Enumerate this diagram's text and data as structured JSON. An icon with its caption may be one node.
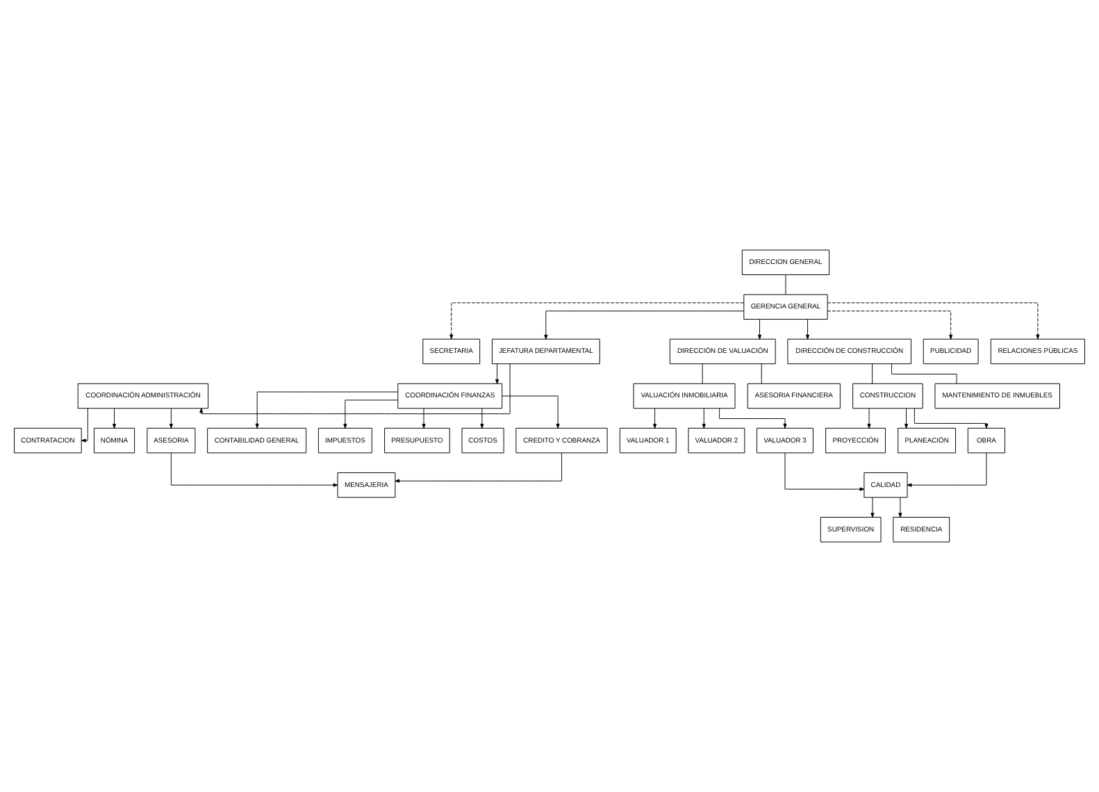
{
  "diagram": {
    "nodes": [
      {
        "text": [
          "DIRECCION GENERAL"
        ]
      },
      {
        "text": [
          "GERENCIA GENERAL"
        ]
      },
      {
        "text": [
          "SECRETARIA"
        ]
      },
      {
        "text": [
          "JEFATURA DEPARTAMENTAL"
        ]
      },
      {
        "text": [
          "DIRECCIÓN DE VALUACIÓN"
        ]
      },
      {
        "text": [
          "DIRECCIÓN DE CONSTRUCCIÓN"
        ]
      },
      {
        "text": [
          "COORDINACIÓN ADMINISTRACIÓN"
        ]
      },
      {
        "text": [
          "COORDINACIÓN FINANZAS"
        ]
      },
      {
        "text": [
          "PUBLICIDAD"
        ]
      },
      {
        "text": [
          "RELACIONES PÚBLICAS"
        ]
      },
      {
        "text": [
          "VALUACIÓN INMOBILIARIA"
        ]
      },
      {
        "text": [
          "ASESORIA FINANCIERA"
        ]
      },
      {
        "text": [
          "CONSTRUCCION"
        ]
      },
      {
        "text": [
          "MANTENIMIENTO DE INMUEBLES"
        ]
      },
      {
        "text": [
          "CONTRATACION"
        ]
      },
      {
        "text": [
          "NÓMINA"
        ]
      },
      {
        "text": [
          "ASESORIA"
        ]
      },
      {
        "text": [
          "CONTABILIDAD GENERAL"
        ]
      },
      {
        "text": [
          "IMPUESTOS"
        ]
      },
      {
        "text": [
          "PRESUPUESTO"
        ]
      },
      {
        "text": [
          "COSTOS"
        ]
      },
      {
        "text": [
          "CREDITO Y COBRANZA"
        ]
      },
      {
        "text": [
          "VALUADOR 1"
        ]
      },
      {
        "text": [
          "VALUADOR 2"
        ]
      },
      {
        "text": [
          "VALUADOR 3"
        ]
      },
      {
        "text": [
          "PROYECCIÓN"
        ]
      },
      {
        "text": [
          "PLANEACIÓN"
        ]
      },
      {
        "text": [
          "OBRA"
        ]
      },
      {
        "text": [
          "CALIDAD"
        ]
      },
      {
        "text": [
          "SUPERVISION"
        ]
      },
      {
        "text": [
          "RESIDENCIA"
        ]
      },
      {
        "text": [
          "MENSAJERIA"
        ]
      }
    ],
    "edges": [
      {
        "from": 0,
        "to": 1,
        "arrow": "none"
      },
      {
        "from": 1,
        "to": 2,
        "arrow": "to",
        "style": "dashed"
      },
      {
        "from": 1,
        "to": 3,
        "arrow": "to"
      },
      {
        "from": 1,
        "to": 8,
        "arrow": "to",
        "style": "dashed"
      },
      {
        "from": 1,
        "to": 9,
        "arrow": "to",
        "style": "dashed"
      },
      {
        "from": 1,
        "to": 4,
        "arrow": "to"
      },
      {
        "from": 1,
        "to": 5,
        "arrow": "to"
      },
      {
        "from": 3,
        "to": 6,
        "arrow": "to"
      },
      {
        "from": 3,
        "to": 7,
        "arrow": "to"
      },
      {
        "from": 4,
        "to": 10,
        "arrow": "none"
      },
      {
        "from": 4,
        "to": 11,
        "arrow": "none"
      },
      {
        "from": 5,
        "to": 12,
        "arrow": "none"
      },
      {
        "from": 5,
        "to": 13,
        "arrow": "none"
      },
      {
        "from": 6,
        "to": 14,
        "arrow": "to"
      },
      {
        "from": 6,
        "to": 15,
        "arrow": "to"
      },
      {
        "from": 6,
        "to": 16,
        "arrow": "to"
      },
      {
        "from": 7,
        "to": 17,
        "arrow": "to"
      },
      {
        "from": 7,
        "to": 18,
        "arrow": "to"
      },
      {
        "from": 7,
        "to": 19,
        "arrow": "to"
      },
      {
        "from": 7,
        "to": 20,
        "arrow": "to"
      },
      {
        "from": 7,
        "to": 21,
        "arrow": "to"
      },
      {
        "from": 10,
        "to": 22,
        "arrow": "to"
      },
      {
        "from": 10,
        "to": 23,
        "arrow": "to"
      },
      {
        "from": 10,
        "to": 24,
        "arrow": "to"
      },
      {
        "from": 12,
        "to": 25,
        "arrow": "to"
      },
      {
        "from": 12,
        "to": 26,
        "arrow": "to"
      },
      {
        "from": 12,
        "to": 27,
        "arrow": "to"
      },
      {
        "from": 24,
        "to": 28,
        "arrow": "to"
      },
      {
        "from": 27,
        "to": 28,
        "arrow": "to"
      },
      {
        "from": 28,
        "to": 29,
        "arrow": "to"
      },
      {
        "from": 28,
        "to": 30,
        "arrow": "to"
      },
      {
        "from": 16,
        "to": 31,
        "arrow": "to"
      },
      {
        "from": 21,
        "to": 31,
        "arrow": "to"
      }
    ]
  }
}
